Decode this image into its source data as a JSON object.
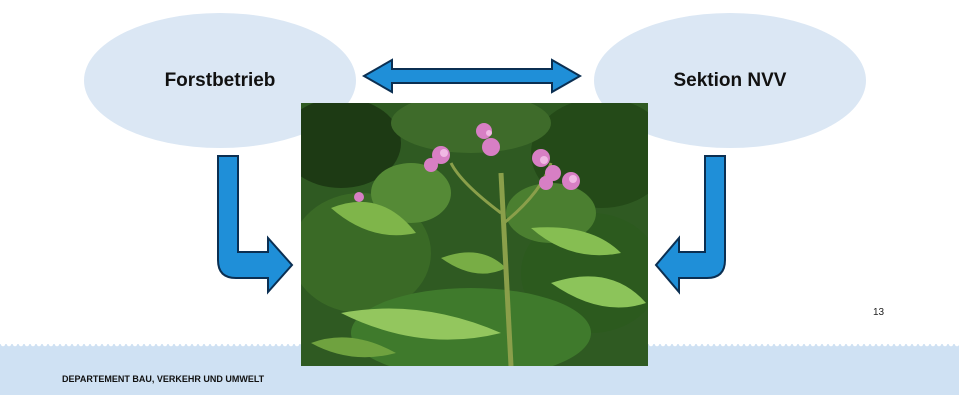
{
  "diagram": {
    "left_node": "Forstbetrieb",
    "right_node": "Sektion NVV"
  },
  "slide": {
    "page_number": "13",
    "footer": "DEPARTEMENT BAU, VERKEHR UND UMWELT"
  },
  "colors": {
    "ellipse_fill": "#dbe7f4",
    "arrow_fill": "#1f8fd8",
    "arrow_stroke": "#0b2f52",
    "footer_band": "#cfe1f3"
  }
}
